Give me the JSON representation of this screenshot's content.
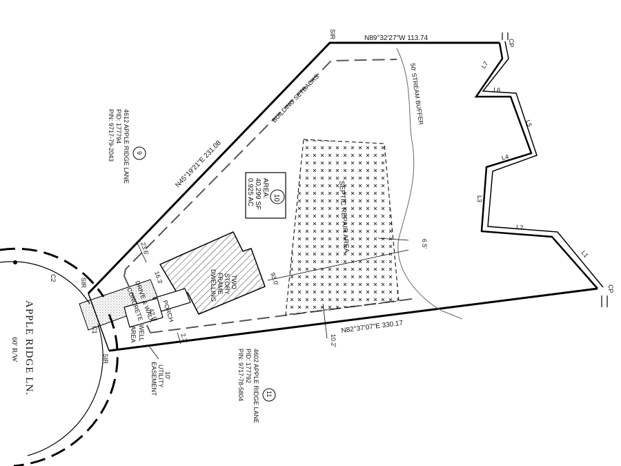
{
  "road": {
    "name": "APPLE RIDGE LN.",
    "row": "60' R/W"
  },
  "lot10": {
    "number": "10",
    "area_line1": "AREA:",
    "area_line2": "40,299 SF",
    "area_line3": "0.925 AC"
  },
  "lot9": {
    "number": "9",
    "line1": "4612 APPLE RIDGE LANE",
    "line2": "PID: 177794",
    "line3": "PIN: 9717-79-2043"
  },
  "lot11": {
    "number": "11",
    "line1": "4602 APPLE RIDGE LANE",
    "line2": "PID: 177792",
    "line3": "PIN: 9717-78-5804"
  },
  "bearings": {
    "north": "N89°32'27\"W 113.74",
    "northwest": "N45°19'21\"E 231.08",
    "south": "N82°37'07\"E 330.17"
  },
  "markers": {
    "sir_top": "SIR",
    "sir_left": "SIR",
    "sir_bottom": "SIR",
    "cp_top": "CP",
    "cp_bottom": "CP"
  },
  "curves": {
    "c1": "C1",
    "c2": "C2"
  },
  "stream_lines": [
    "L1",
    "L2",
    "L3",
    "L4",
    "L5",
    "L6",
    "L7"
  ],
  "labels": {
    "setbacks": "BUILDING SETBACKS",
    "stream_buffer": "50' STREAM BUFFER",
    "septic": "SEPTIC REPAIR AREA",
    "dwelling_1": "TWO",
    "dwelling_2": "STORY",
    "dwelling_3": "FRAME",
    "dwelling_4": "DWELLING",
    "porch": "PORCH",
    "drive_1": "CONCRETE",
    "drive_2": "DRIVE & WALK",
    "well_1": "WELL",
    "well_2": "AREA",
    "easement_1": "10'",
    "easement_2": "UTILITY",
    "easement_3": "EASEMENT"
  },
  "dimensions": {
    "d1": "23.6'",
    "d2": "16.3'",
    "d3": "42.9'",
    "d4": "93.0'",
    "d5": "6.5'",
    "d6": "10.2'",
    "d7": "2.3'"
  }
}
